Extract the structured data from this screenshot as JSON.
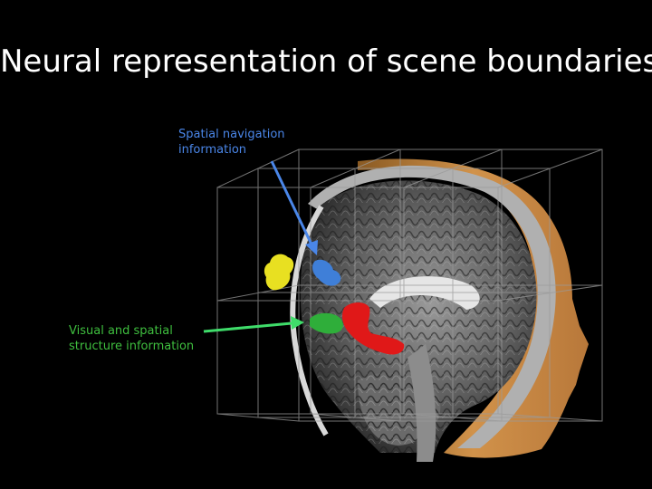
{
  "slide": {
    "title": "Neural representation of scene boundaries",
    "background": "#000000"
  },
  "annotations": {
    "spatial_navigation": {
      "line1": "Spatial navigation",
      "line2": "information",
      "color": "#4a86e8"
    },
    "visual_spatial_structure": {
      "line1": "Visual and spatial",
      "line2": "structure information",
      "color": "#3fbf3f"
    }
  },
  "figure": {
    "regions": [
      {
        "name": "yellow-region",
        "color": "#e8e021"
      },
      {
        "name": "blue-region",
        "color": "#3f7fd8"
      },
      {
        "name": "green-region",
        "color": "#2fae3a"
      },
      {
        "name": "red-region",
        "color": "#e01818"
      }
    ],
    "skin_color": "#c98a3e"
  }
}
